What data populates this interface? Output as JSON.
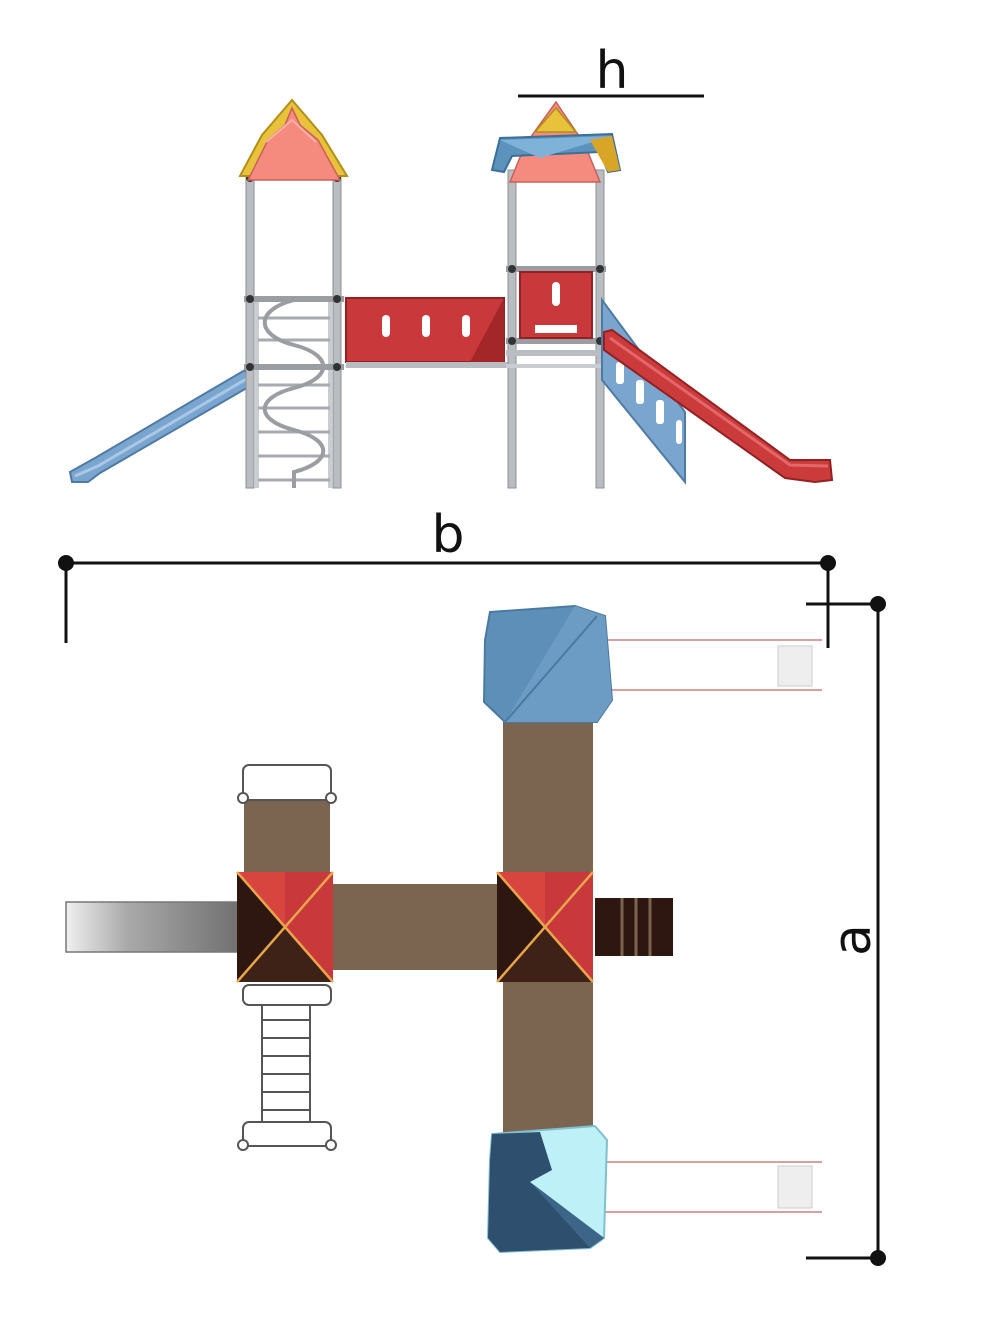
{
  "labels": {
    "height": "h",
    "width": "b",
    "length": "a"
  },
  "colors": {
    "roof_coral": "#f58a7f",
    "roof_yellow": "#e8c23a",
    "roof_blue": "#5b93bd",
    "post_grey": "#b9bcc0",
    "panel_red": "#c9383a",
    "slide_blue": "#7aa5cf",
    "slide_red": "#cc3b3c",
    "deck_brown": "#7c6550",
    "dark_brown": "#2e1710",
    "light_cyan": "#bdf0f7",
    "dark_navy": "#2f4f6e",
    "dim_line": "#111111"
  }
}
